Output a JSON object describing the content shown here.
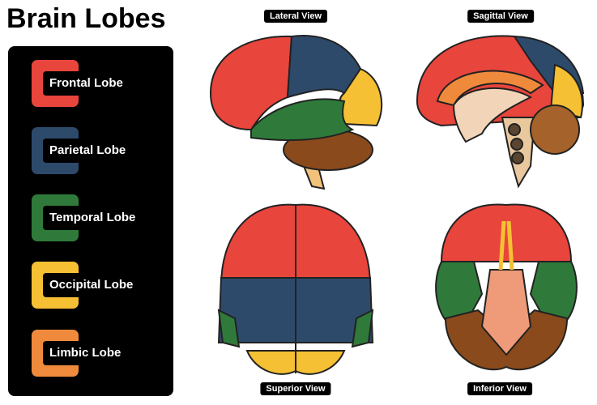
{
  "title": "Brain Lobes",
  "legend": [
    {
      "label": "Frontal Lobe",
      "color": "#e8453c"
    },
    {
      "label": "Parietal Lobe",
      "color": "#2d4a6b"
    },
    {
      "label": "Temporal Lobe",
      "color": "#2f7a3a"
    },
    {
      "label": "Occipital Lobe",
      "color": "#f5c033"
    },
    {
      "label": "Limbic Lobe",
      "color": "#ef8a3c"
    }
  ],
  "views": {
    "lateral": "Lateral View",
    "sagittal": "Sagittal View",
    "superior": "Superior View",
    "inferior": "Inferior View"
  }
}
